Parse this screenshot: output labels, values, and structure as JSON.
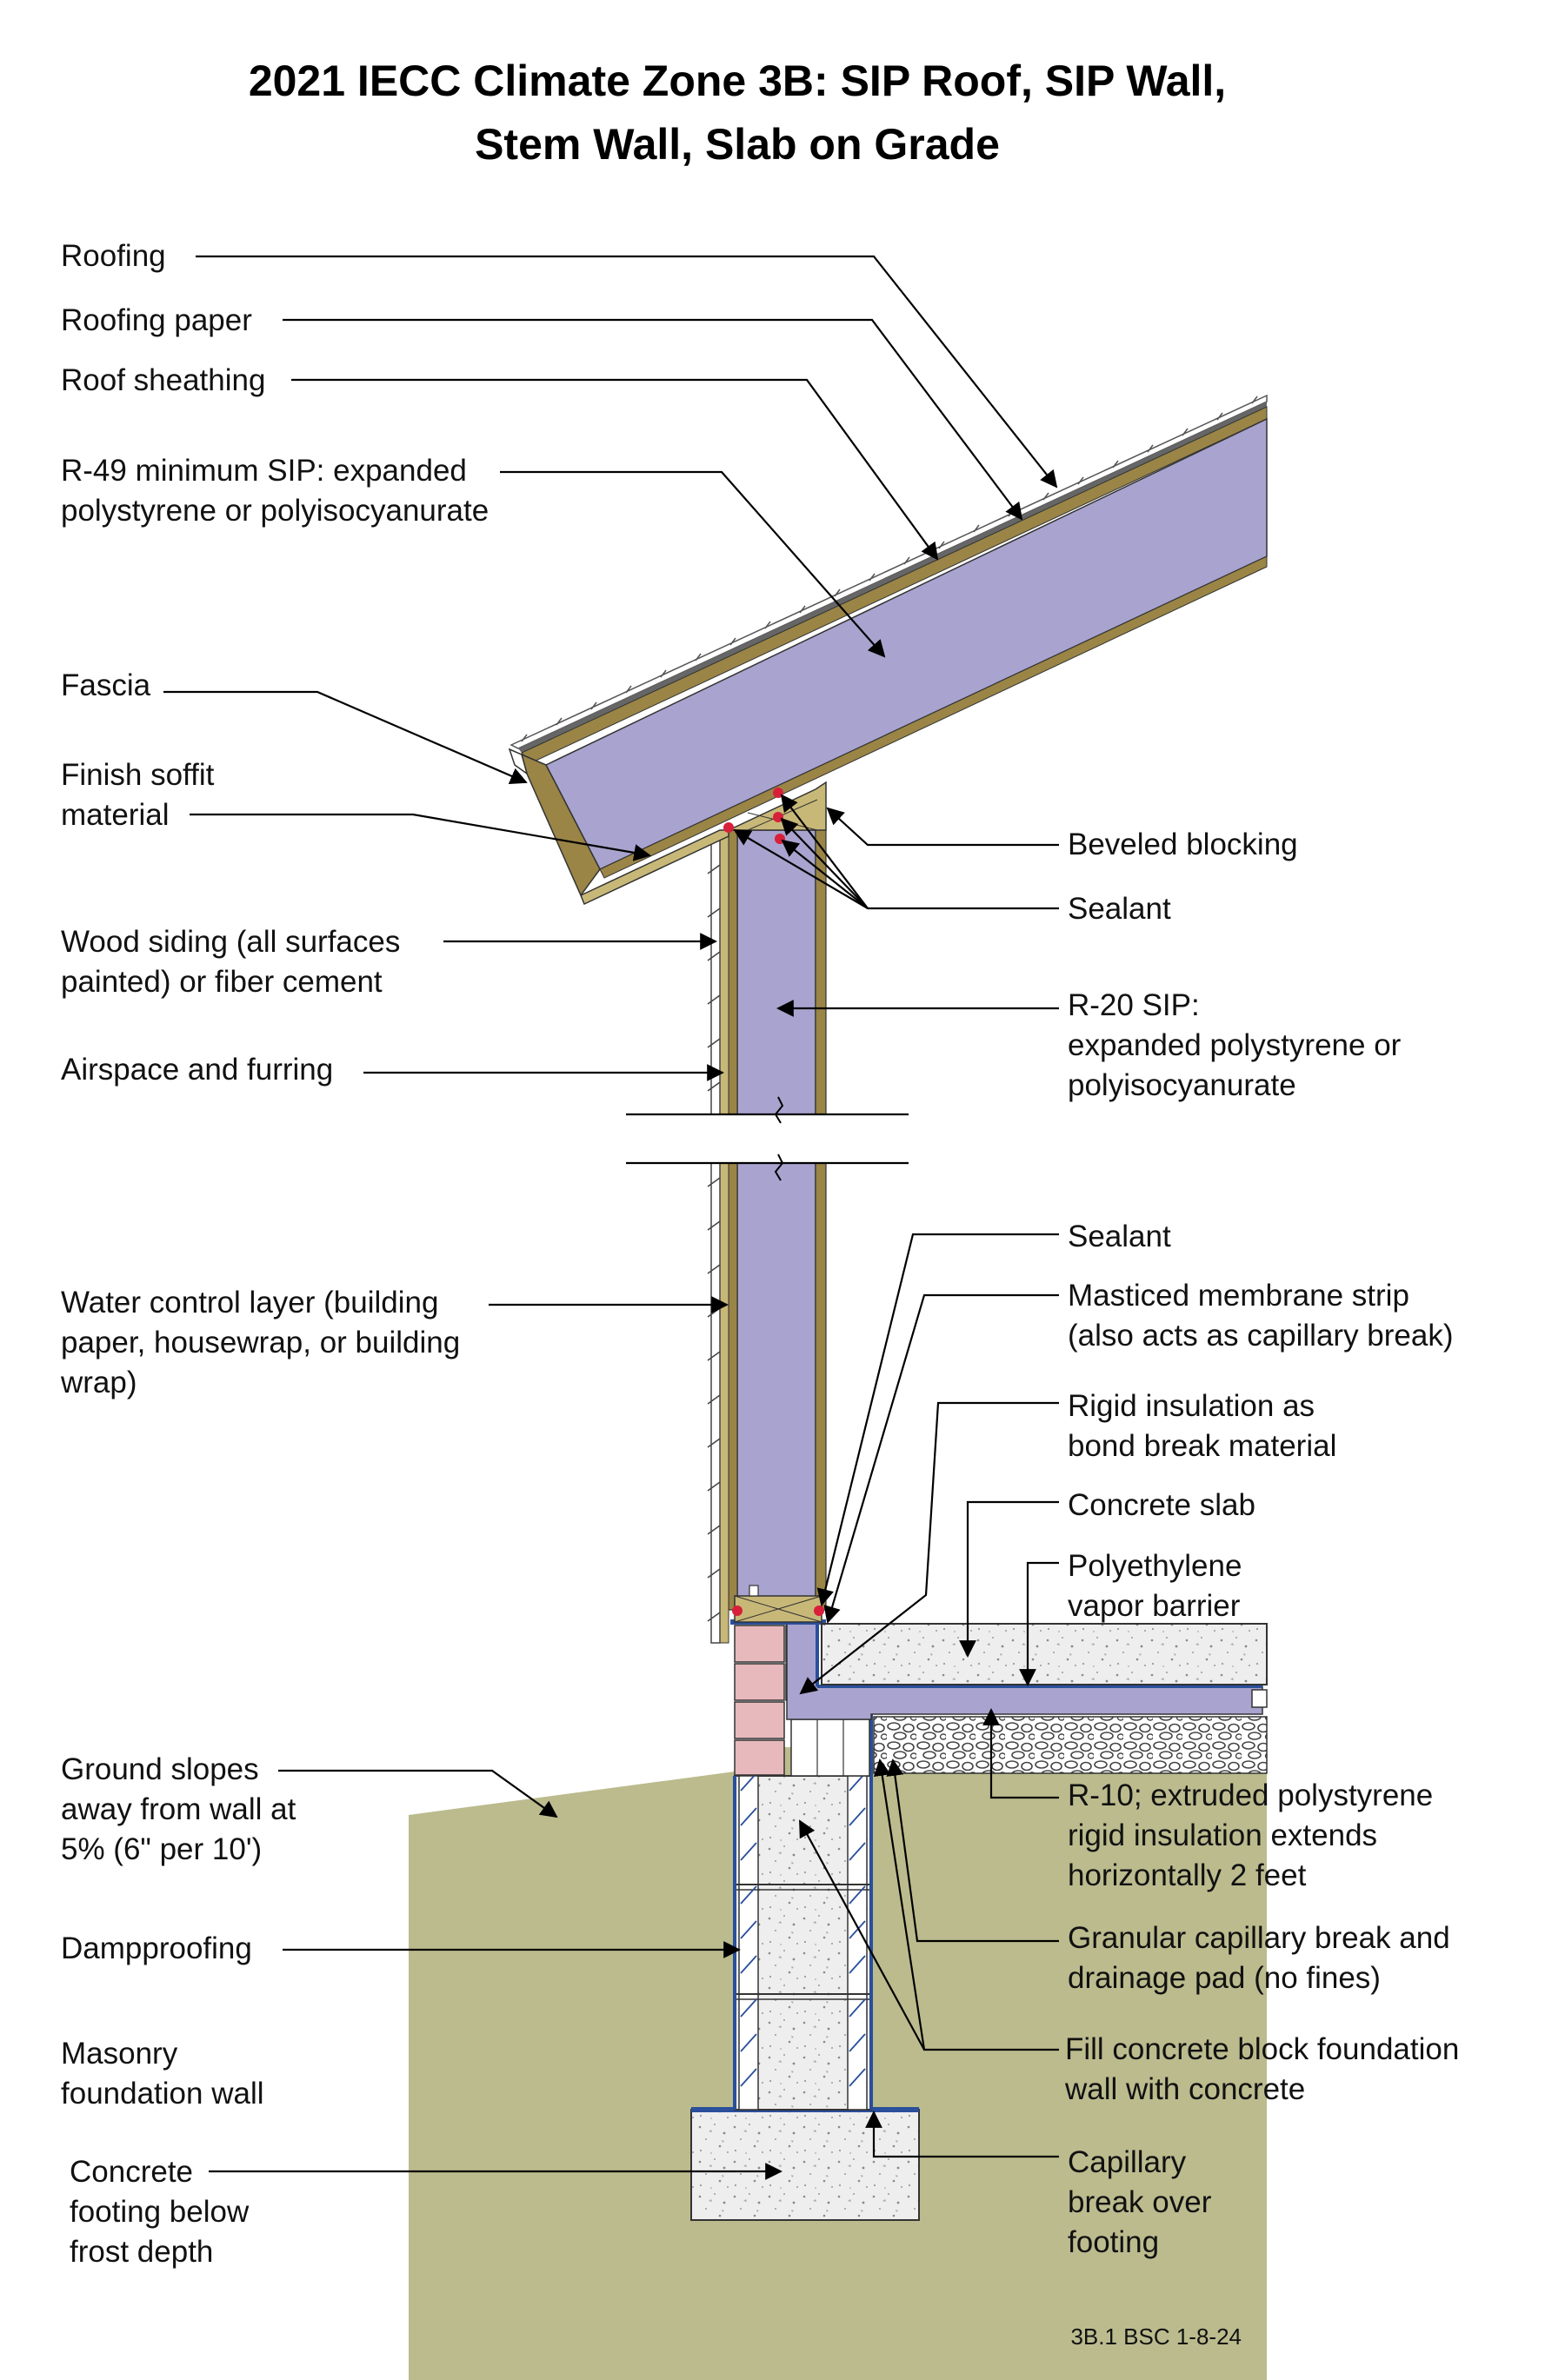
{
  "title": {
    "line1": "2021 IECC Climate Zone 3B: SIP Roof, SIP Wall,",
    "line2": "Stem Wall, Slab on Grade"
  },
  "labels_left": {
    "roofing": "Roofing",
    "roofing_paper": "Roofing paper",
    "roof_sheathing": "Roof sheathing",
    "sip_roof_1": "R-49 minimum SIP: expanded",
    "sip_roof_2": "polystyrene or polyisocyanurate",
    "fascia": "Fascia",
    "soffit_1": "Finish soffit",
    "soffit_2": "material",
    "siding_1": "Wood siding (all surfaces",
    "siding_2": "painted) or fiber cement",
    "airspace": "Airspace and furring",
    "wcl_1": "Water control layer (building",
    "wcl_2": "paper, housewrap, or building",
    "wcl_3": "wrap)",
    "ground_1": "Ground slopes",
    "ground_2": "away from wall at",
    "ground_3": "5% (6\" per 10')",
    "dampproofing": "Dampproofing",
    "masonry_1": "Masonry",
    "masonry_2": "foundation wall",
    "footing_1": "Concrete",
    "footing_2": "footing below",
    "footing_3": "frost depth"
  },
  "labels_right": {
    "beveled_blocking": "Beveled blocking",
    "sealant_top": "Sealant",
    "sip_wall_1": "R-20 SIP:",
    "sip_wall_2": "expanded polystyrene or",
    "sip_wall_3": "polyisocyanurate",
    "sealant_bottom": "Sealant",
    "membrane_1": "Masticed membrane strip",
    "membrane_2": "(also acts as capillary break)",
    "rigid_bond_1": "Rigid insulation as",
    "rigid_bond_2": "bond break material",
    "slab": "Concrete slab",
    "poly_1": "Polyethylene",
    "poly_2": "vapor barrier",
    "r10_1": "R-10; extruded polystyrene",
    "r10_2": "rigid insulation extends",
    "r10_3": "horizontally 2 feet",
    "granular_1": "Granular capillary break and",
    "granular_2": "drainage pad (no fines)",
    "fill_1": "Fill  concrete block foundation",
    "fill_2": "wall with concrete",
    "capbreak_1": "Capillary",
    "capbreak_2": "break over",
    "capbreak_3": "footing"
  },
  "footer": {
    "code": "3B.1 BSC 1-8-24"
  },
  "colors": {
    "insulation": "#a9a3cf",
    "wood": "#9a8546",
    "wood_light": "#c8b878",
    "ground": "#bbbb8e",
    "concrete": "#ececec",
    "brick": "#e8b9bc",
    "membrane": "#2a4f9b",
    "sealant": "#d8203a"
  }
}
